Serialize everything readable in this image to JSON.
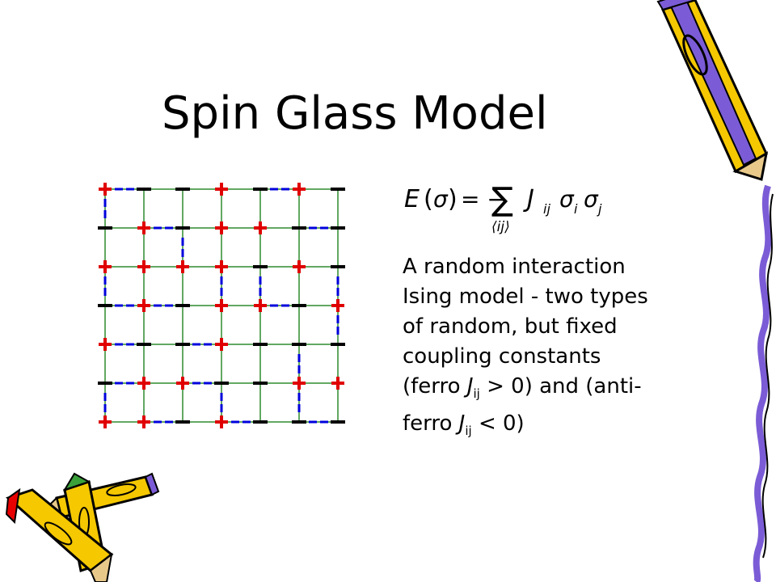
{
  "title": "Spin Glass Model",
  "formula": {
    "E": "E",
    "sigma": "σ",
    "equals_minus": "= −",
    "sum": "∑",
    "index": "⟨ij⟩",
    "J": "J",
    "ij": "ij",
    "i": "i",
    "j": "j"
  },
  "description": {
    "line1": "A random interaction",
    "line2": "Ising model - two types",
    "line3": "of random, but fixed",
    "line4": "coupling constants",
    "line5a": "(ferro ",
    "J": "J",
    "ij": "ij",
    "line5b": " > 0) and (anti-",
    "line6a": "ferro ",
    "line6b": " < 0)"
  },
  "colors": {
    "grid": "#2e8b2e",
    "plus": "#e00000",
    "minus": "#000000",
    "bond": "#0000dd",
    "pencil_body": "#f5c800",
    "pencil_stripe": "#7b5cd6"
  },
  "chart_data": {
    "type": "lattice",
    "rows": 7,
    "cols": 7,
    "spins": [
      [
        "+",
        "-",
        "-",
        "+",
        "-",
        "+",
        "-"
      ],
      [
        "-",
        "+",
        "-",
        "+",
        "+",
        "-",
        "-"
      ],
      [
        "+",
        "+",
        "+",
        "+",
        "-",
        "+",
        "-"
      ],
      [
        "-",
        "+",
        "-",
        "+",
        "+",
        "-",
        "+"
      ],
      [
        "+",
        "-",
        "-",
        "+",
        "-",
        "-",
        "-"
      ],
      [
        "-",
        "+",
        "+",
        "-",
        "-",
        "+",
        "+"
      ],
      [
        "+",
        "+",
        "-",
        "+",
        "-",
        "-",
        "-"
      ]
    ],
    "horizontal_bonds": [
      [
        0,
        0
      ],
      [
        0,
        4
      ],
      [
        1,
        1
      ],
      [
        1,
        5
      ],
      [
        3,
        0
      ],
      [
        3,
        1
      ],
      [
        3,
        4
      ],
      [
        4,
        0
      ],
      [
        4,
        2
      ],
      [
        5,
        0
      ],
      [
        5,
        2
      ],
      [
        6,
        1
      ],
      [
        6,
        3
      ],
      [
        6,
        5
      ]
    ],
    "vertical_bonds": [
      [
        0,
        0
      ],
      [
        1,
        2
      ],
      [
        2,
        0
      ],
      [
        2,
        3
      ],
      [
        2,
        4
      ],
      [
        2,
        6
      ],
      [
        3,
        6
      ],
      [
        4,
        5
      ],
      [
        5,
        0
      ],
      [
        5,
        3
      ],
      [
        5,
        5
      ]
    ]
  },
  "icons": [
    "pencil-top-right-icon",
    "pencils-bottom-left-icon"
  ]
}
